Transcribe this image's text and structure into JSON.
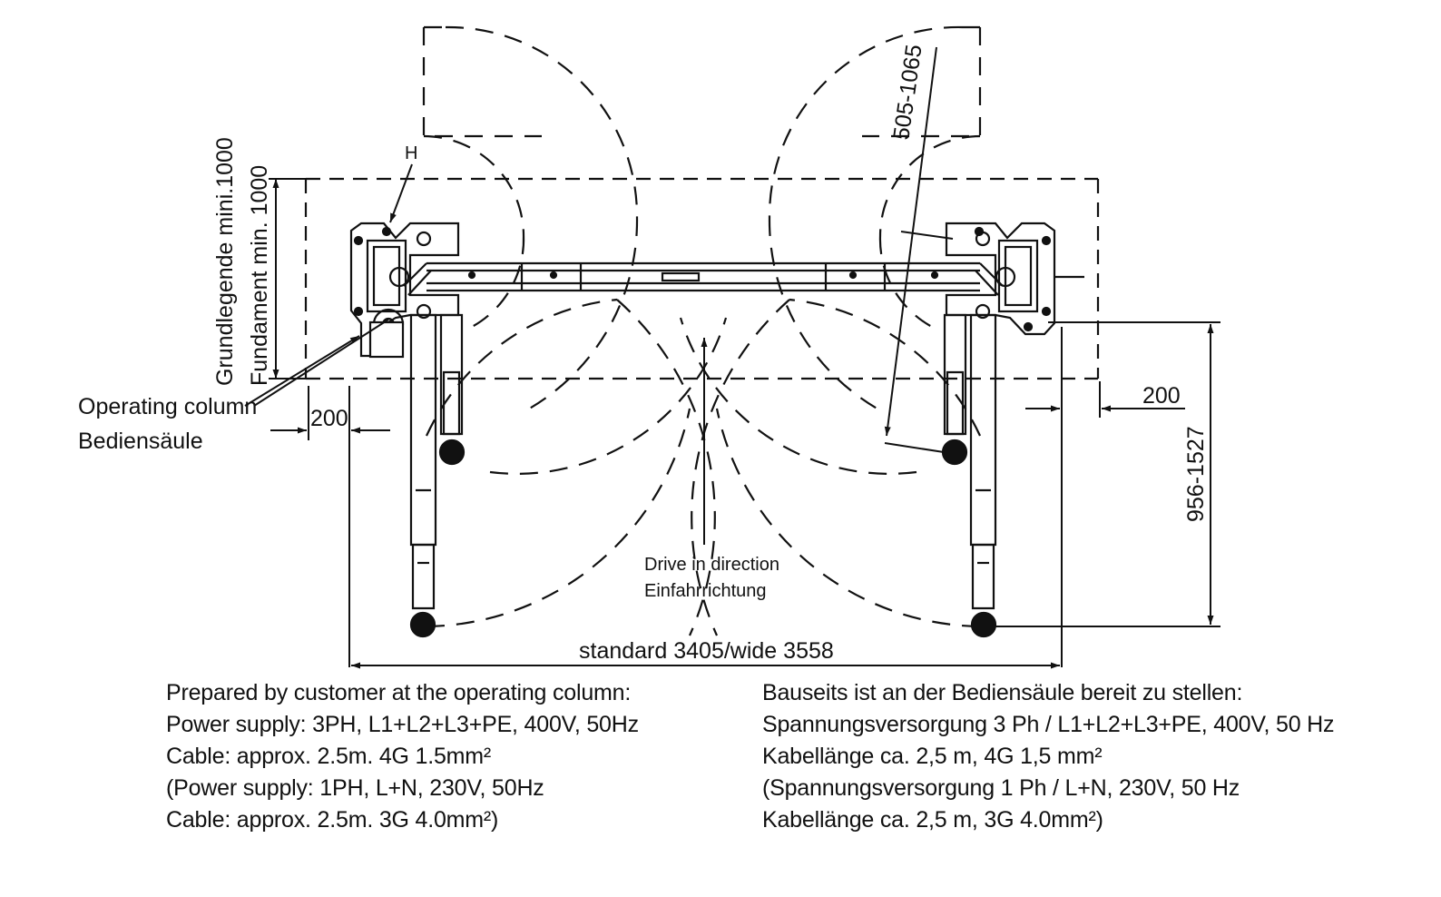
{
  "colors": {
    "ink": "#111111",
    "background": "#ffffff"
  },
  "drawing": {
    "label_h": "H",
    "dim_grundlegende": "Grundlegende mini.1000",
    "dim_fundament": "Fundament min. 1000",
    "dim_arm_reach": "505-1065",
    "dim_left_offset": "200",
    "dim_right_offset": "200",
    "dim_depth": "956-1527",
    "dim_width": "standard 3405/wide 3558",
    "operating_column_en": "Operating column",
    "operating_column_de": "Bediensäule",
    "drive_in_en": "Drive in direction",
    "drive_in_de": "Einfahrrichtung"
  },
  "notes_en": [
    "Prepared by customer at the operating column:",
    "Power supply: 3PH, L1+L2+L3+PE, 400V, 50Hz",
    "Cable: approx. 2.5m. 4G 1.5mm²",
    "(Power supply: 1PH, L+N, 230V, 50Hz",
    "Cable: approx. 2.5m. 3G 4.0mm²)"
  ],
  "notes_de": [
    "Bauseits ist an der Bediensäule bereit zu stellen:",
    "Spannungsversorgung 3 Ph / L1+L2+L3+PE, 400V, 50 Hz",
    "Kabellänge ca. 2,5 m, 4G 1,5 mm²",
    "(Spannungsversorgung 1 Ph / L+N, 230V, 50 Hz",
    "Kabellänge ca. 2,5 m, 3G 4.0mm²)"
  ]
}
